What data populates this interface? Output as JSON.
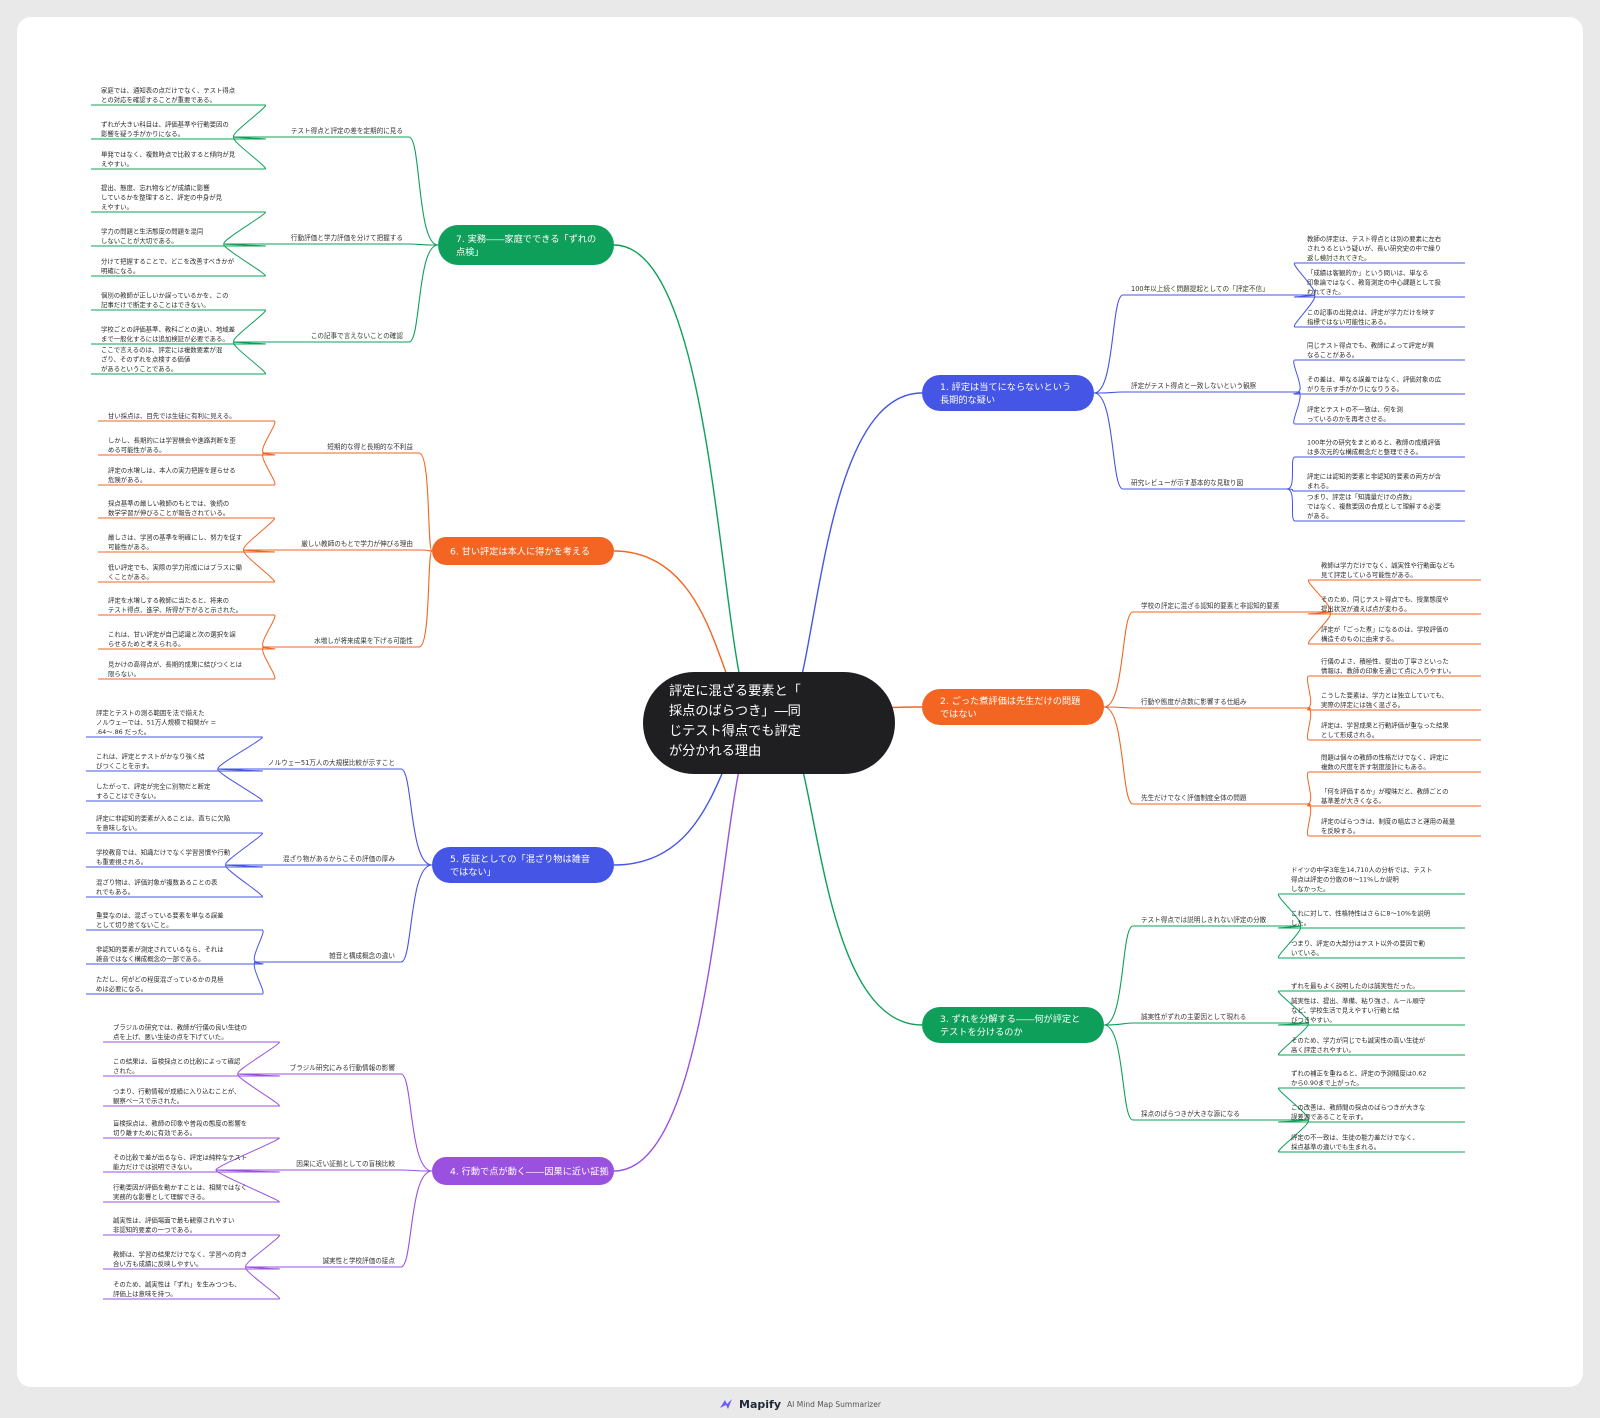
{
  "central": {
    "lines": [
      "評定に混ざる要素と「",
      "採点のばらつき」―同",
      "じテスト得点でも評定",
      "が分かれる理由"
    ],
    "color": "#1f1f22"
  },
  "branches": [
    {
      "label": [
        "1. 評定は当てにならないという",
        "長期的な疑い"
      ],
      "color": "#4555e6",
      "subs": [
        {
          "label": "100年以上続く問題提起としての「評定不信」",
          "leaves": [
            [
              "教師の評定は、テスト得点とは別の要素に左右",
              "されうるという疑いが、長い研究史の中で繰り",
              "返し検討されてきた。"
            ],
            [
              "「成績は客観的か」という問いは、単なる",
              "印象論ではなく、教育測定の中心課題として扱",
              "われてきた。"
            ],
            [
              "この記事の出発点は、評定が学力だけを映す",
              "指標ではない可能性にある。"
            ]
          ]
        },
        {
          "label": "評定がテスト得点と一致しないという観察",
          "leaves": [
            [
              "同じテスト得点でも、教師によって評定が異",
              "なることがある。"
            ],
            [
              "その差は、単なる誤差ではなく、評価対象の広",
              "がりを示す手がかりになりうる。"
            ],
            [
              "評定とテストの不一致は、何を測",
              "っているのかを再考させる。"
            ]
          ]
        },
        {
          "label": "研究レビューが示す基本的な見取り図",
          "leaves": [
            [
              "100年分の研究をまとめると、教師の成績評価",
              "は多次元的な構成概念だと整理できる。"
            ],
            [
              "評定には認知的要素と非認知的要素の両方が含",
              "まれる。"
            ],
            [
              "つまり、評定は「知識量だけの点数」",
              "ではなく、複数要因の合成として理解する必要",
              "がある。"
            ]
          ]
        }
      ]
    },
    {
      "label": [
        "2. ごった煮評価は先生だけの問題",
        "ではない"
      ],
      "color": "#f26522",
      "subs": [
        {
          "label": "学校の評定に混ざる認知的要素と非認知的要素",
          "leaves": [
            [
              "教師は学力だけでなく、誠実性や行動面なども",
              "見て評定している可能性がある。"
            ],
            [
              "そのため、同じテスト得点でも、授業態度や",
              "提出状況が違えば点が変わる。"
            ],
            [
              "評定が「ごった煮」になるのは、学校評価の",
              "構造そのものに由来する。"
            ]
          ]
        },
        {
          "label": "行動や態度が点数に影響する仕組み",
          "leaves": [
            [
              "行儀のよさ、積極性、提出の丁寧さといった",
              "情報は、教師の印象を通じて点に入りやすい。"
            ],
            [
              "こうした要素は、学力とは独立していても、",
              "実際の評定には強く混ざる。"
            ],
            [
              "評定は、学習成果と行動評価が重なった結果",
              "として形成される。"
            ]
          ]
        },
        {
          "label": "先生だけでなく評価制度全体の問題",
          "leaves": [
            [
              "問題は個々の教師の性格だけでなく、評定に",
              "複数の尺度を許す制度設計にもある。"
            ],
            [
              "「何を評価するか」が曖昧だと、教師ごとの",
              "基準差が大きくなる。"
            ],
            [
              "評定のばらつきは、制度の幅広さと運用の裁量",
              "を反映する。"
            ]
          ]
        }
      ]
    },
    {
      "label": [
        "3. ずれを分解する――何が評定と",
        "テストを分けるのか"
      ],
      "color": "#0ea05a",
      "subs": [
        {
          "label": "テスト得点では説明しきれない評定の分散",
          "leaves": [
            [
              "ドイツの中学3年生14,710人の分析では、テスト",
              "得点は評定の分散の8〜11%しか説明",
              "しなかった。"
            ],
            [
              "これに対して、性格特性はさらに8〜10%を説明",
              "した。"
            ],
            [
              "つまり、評定の大部分はテスト以外の要因で動",
              "いている。"
            ]
          ]
        },
        {
          "label": "誠実性がずれの主要因として現れる",
          "leaves": [
            [
              "ずれを最もよく説明したのは誠実性だった。"
            ],
            [
              "誠実性は、提出、準備、粘り強さ、ルール順守",
              "など、学校生活で見えやすい行動と結",
              "びつきやすい。"
            ],
            [
              "そのため、学力が同じでも誠実性の高い生徒が",
              "高く評定されやすい。"
            ]
          ]
        },
        {
          "label": "採点のばらつきが大きな源になる",
          "leaves": [
            [
              "ずれの補正を重ねると、評定の予測精度は0.62",
              "から0.90まで上がった。"
            ],
            [
              "この改善は、教師間の採点のばらつきが大きな",
              "誤差源であることを示す。"
            ],
            [
              "評定の不一致は、生徒の能力差だけでなく、",
              "採点基準の違いでも生まれる。"
            ]
          ]
        }
      ]
    },
    {
      "label": [
        "4. 行動で点が動く――因果に近い証拠"
      ],
      "color": "#9b51e0",
      "subs": [
        {
          "label": "ブラジル研究にみる行動情報の影響",
          "leaves": [
            [
              "ブラジルの研究では、教師が行儀の良い生徒の",
              "点を上げ、悪い生徒の点を下げていた。"
            ],
            [
              "この結果は、盲検採点との比較によって確認",
              "された。"
            ],
            [
              "つまり、行動情報が成績に入り込むことが、",
              "観察ベースで示された。"
            ]
          ]
        },
        {
          "label": "因果に近い証拠としての盲検比較",
          "leaves": [
            [
              "盲検採点は、教師の印象や普段の態度の影響を",
              "切り離すために有効である。"
            ],
            [
              "その比較で差が出るなら、評定は純粋なテスト",
              "能力だけでは説明できない。"
            ],
            [
              "行動要因が評価を動かすことは、相関ではなく",
              "実務的な影響として理解できる。"
            ]
          ]
        },
        {
          "label": "誠実性と学校評価の接点",
          "leaves": [
            [
              "誠実性は、評価場面で最も観察されやすい",
              "非認知的要素の一つである。"
            ],
            [
              "教師は、学習の結果だけでなく、学習への向き",
              "合い方も成績に反映しやすい。"
            ],
            [
              "そのため、誠実性は「ずれ」を生みつつも、",
              "評価上は意味を持つ。"
            ]
          ]
        }
      ]
    },
    {
      "label": [
        "5. 反証としての「混ざり物は雑音",
        "ではない」"
      ],
      "color": "#4555e6",
      "subs": [
        {
          "label": "ノルウェー51万人の大規模比較が示すこと",
          "leaves": [
            [
              "評定とテストの測る範囲を法で揃えた",
              "ノルウェーでは、51万人規模で相関がr =",
              ".64〜.86 だった。"
            ],
            [
              "これは、評定とテストがかなり強く結",
              "びつくことを示す。"
            ],
            [
              "したがって、評定が完全に別物だと断定",
              "することはできない。"
            ]
          ]
        },
        {
          "label": "混ざり物があるからこその評価の厚み",
          "leaves": [
            [
              "評定に非認知的要素が入ることは、直ちに欠陥",
              "を意味しない。"
            ],
            [
              "学校教育では、知識だけでなく学習習慣や行動",
              "も重要視される。"
            ],
            [
              "混ざり物は、評価対象が複数あることの表",
              "れでもある。"
            ]
          ]
        },
        {
          "label": "雑音と構成概念の違い",
          "leaves": [
            [
              "重要なのは、混ざっている要素を単なる誤差",
              "として切り捨てないこと。"
            ],
            [
              "非認知的要素が測定されているなら、それは",
              "雑音ではなく構成概念の一部である。"
            ],
            [
              "ただし、何がどの程度混ざっているかの見極",
              "めは必要になる。"
            ]
          ]
        }
      ]
    },
    {
      "label": [
        "6. 甘い評定は本人に得かを考える"
      ],
      "color": "#f26522",
      "subs": [
        {
          "label": "短期的な得と長期的な不利益",
          "leaves": [
            [
              "甘い採点は、目先では生徒に有利に見える。"
            ],
            [
              "しかし、長期的には学習機会や進路判断を歪",
              "める可能性がある。"
            ],
            [
              "評定の水増しは、本人の実力把握を遅らせる",
              "危険がある。"
            ]
          ]
        },
        {
          "label": "厳しい教師のもとで学力が伸びる理由",
          "leaves": [
            [
              "採点基準の厳しい教師のもとでは、後続の",
              "数学学習が伸びることが報告されている。"
            ],
            [
              "厳しさは、学習の基準を明確にし、努力を促す",
              "可能性がある。"
            ],
            [
              "低い評定でも、実際の学力形成にはプラスに働",
              "くことがある。"
            ]
          ]
        },
        {
          "label": "水増しが将来成果を下げる可能性",
          "leaves": [
            [
              "評定を水増しする教師に当たると、将来の",
              "テスト得点、進学、所得が下がると示された。"
            ],
            [
              "これは、甘い評定が自己認識と次の選択を誤",
              "らせるためと考えられる。"
            ],
            [
              "見かけの高得点が、長期的成果に結びつくとは",
              "限らない。"
            ]
          ]
        }
      ]
    },
    {
      "label": [
        "7. 実務――家庭でできる「ずれの",
        "点検」"
      ],
      "color": "#0ea05a",
      "subs": [
        {
          "label": "テスト得点と評定の差を定期的に見る",
          "leaves": [
            [
              "家庭では、通知表の点だけでなく、テスト得点",
              "との対応を確認することが重要である。"
            ],
            [
              "ずれが大きい科目は、評価基準や行動要因の",
              "影響を疑う手がかりになる。"
            ],
            [
              "単発ではなく、複数時点で比較すると傾向が見",
              "えやすい。"
            ]
          ]
        },
        {
          "label": "行動評価と学力評価を分けて把握する",
          "leaves": [
            [
              "提出、態度、忘れ物などが成績に影響",
              "しているかを整理すると、評定の中身が見",
              "えやすい。"
            ],
            [
              "学力の問題と生活態度の問題を混同",
              "しないことが大切である。"
            ],
            [
              "分けて把握することで、どこを改善すべきかが",
              "明確になる。"
            ]
          ]
        },
        {
          "label": "この記事で言えないことの確認",
          "leaves": [
            [
              "個別の教師が正しいか誤っているかを、この",
              "記事だけで断定することはできない。"
            ],
            [
              "学校ごとの評価基準、教科ごとの違い、地域差",
              "まで一般化するには追加検証が必要である。"
            ],
            [
              "ここで言えるのは、評定には複数要素が混",
              "ざり、そのずれを点検する価値",
              "があるということである。"
            ]
          ]
        }
      ]
    }
  ],
  "footer": {
    "brand": "Mapify",
    "tagline": "AI Mind Map Summarizer",
    "logo_icon": "mapify-logo-icon"
  }
}
